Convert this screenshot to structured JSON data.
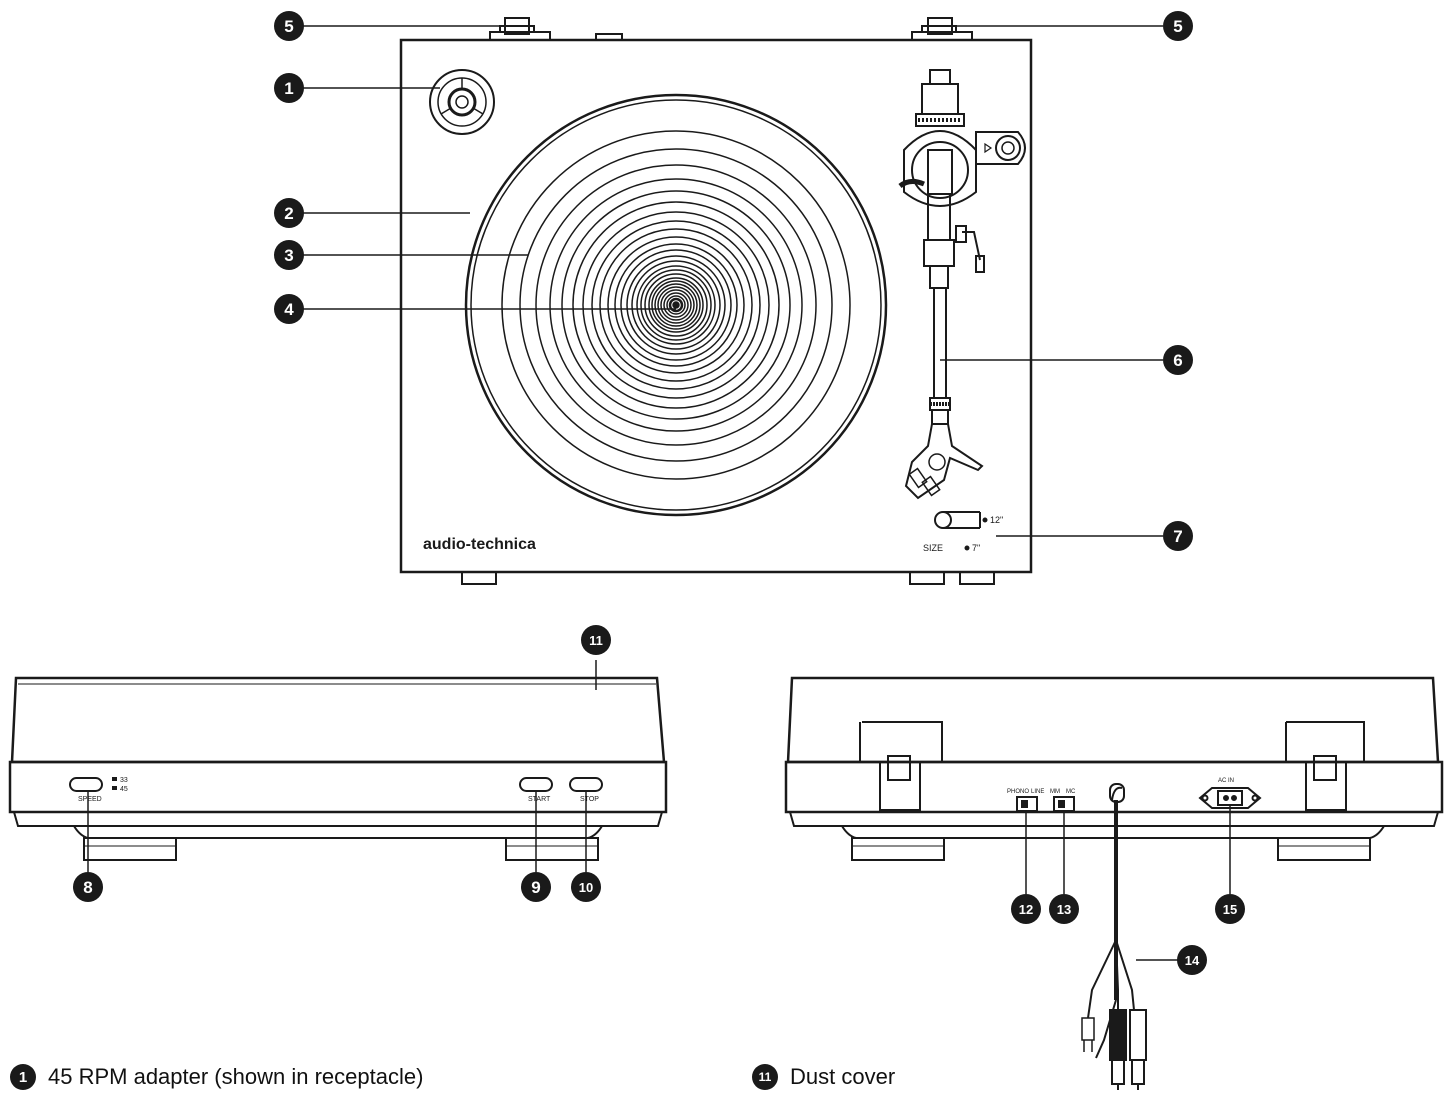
{
  "brand": {
    "logo_text": "audio-technica"
  },
  "top_view": {
    "size_label": "SIZE",
    "size_12": "12\"",
    "size_7": "7\""
  },
  "front_view": {
    "speed_label": "SPEED",
    "speed_33": "33",
    "speed_45": "45",
    "start_label": "START",
    "stop_label": "STOP"
  },
  "rear_view": {
    "phono_label": "PHONO",
    "line_label": "LINE",
    "mm_label": "MM",
    "mc_label": "MC",
    "ac_in_label": "AC IN"
  },
  "callouts": [
    "1",
    "2",
    "3",
    "4",
    "5",
    "5",
    "6",
    "7",
    "8",
    "9",
    "10",
    "11",
    "12",
    "13",
    "14",
    "15"
  ],
  "legend": [
    {
      "number": "1",
      "label": "45 RPM adapter (shown in receptacle)"
    },
    {
      "number": "11",
      "label": "Dust cover"
    }
  ]
}
